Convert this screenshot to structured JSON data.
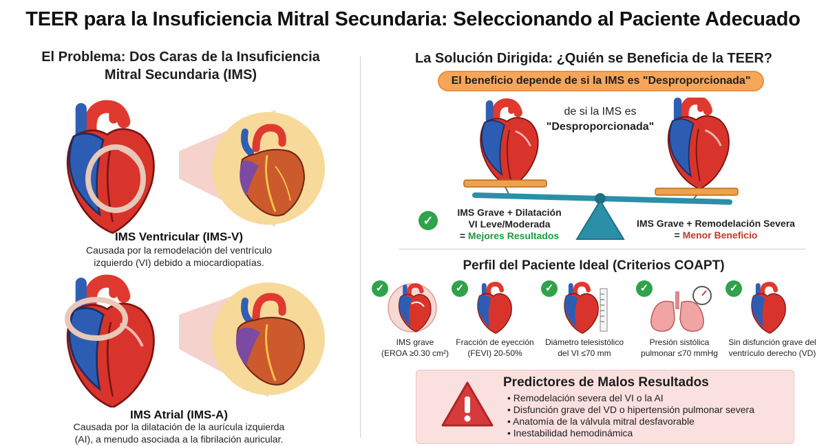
{
  "title": "TEER para la Insuficiencia Mitral Secundaria: Seleccionando al Paciente Adecuado",
  "left": {
    "heading_line1": "El Problema: Dos Caras de la Insuficiencia",
    "heading_line2": "Mitral Secundaria (IMS)",
    "ventricular": {
      "title": "IMS Ventricular (IMS-V)",
      "desc_line1": "Causada por la remodelación del ventrículo",
      "desc_line2": "izquierdo (VI) debido a miocardiopatías."
    },
    "atrial": {
      "title": "IMS Atrial (IMS-A)",
      "desc_line1": "Causada por la dilatación de la aurícula izquierda",
      "desc_line2": "(AI), a menudo asociada a la fibrilación auricular."
    }
  },
  "right": {
    "heading": "La Solución Dirigida: ¿Quién se Beneficia de la TEER?",
    "banner": "El beneficio depende de si la IMS es \"Desproporcionada\"",
    "scale_caption_line1": "de si la IMS es",
    "scale_caption_line2": "\"Desproporcionada\"",
    "outcome_left": {
      "line1": "IMS Grave + Dilatación",
      "line2": "VI Leve/Moderada",
      "result_prefix": "= ",
      "result": "Mejores Resultados"
    },
    "outcome_right": {
      "line1": "IMS Grave + Remodelación Severa",
      "result_prefix": "= ",
      "result": "Menor Beneficio"
    },
    "coapt_heading": "Perfil del Paciente Ideal (Criterios COAPT)",
    "criteria": [
      {
        "line1": "IMS grave",
        "line2": "(EROA ≥0.30 cm²)",
        "icon": "heart-jet-icon"
      },
      {
        "line1": "Fracción de eyección",
        "line2": "(FEVI) 20-50%",
        "icon": "heart-ef-icon"
      },
      {
        "line1": "Diámetro telesistólico",
        "line2": "del VI ≤70 mm",
        "icon": "heart-ruler-icon"
      },
      {
        "line1": "Presión sistólica",
        "line2": "pulmonar ≤70 mmHg",
        "icon": "lungs-gauge-icon"
      },
      {
        "line1": "Sin disfunción grave del",
        "line2": "ventrículo derecho (VD)",
        "icon": "heart-rv-icon"
      }
    ],
    "predictors": {
      "title": "Predictores de Malos Resultados",
      "items": [
        "Remodelación severa del VI o la AI",
        "Disfunción grave del VD o hipertensión pulmonar severa",
        "Anatomía de la válvula mitral desfavorable",
        "Inestabilidad hemodinámica"
      ]
    }
  },
  "colors": {
    "banner": "#f6a65a",
    "check": "#2fa24a",
    "good": "#1f9a3a",
    "bad": "#c0392b",
    "predictor_bg": "#fbe0e0",
    "warning": "#d63a3a",
    "scale": "#2b8fa8"
  }
}
